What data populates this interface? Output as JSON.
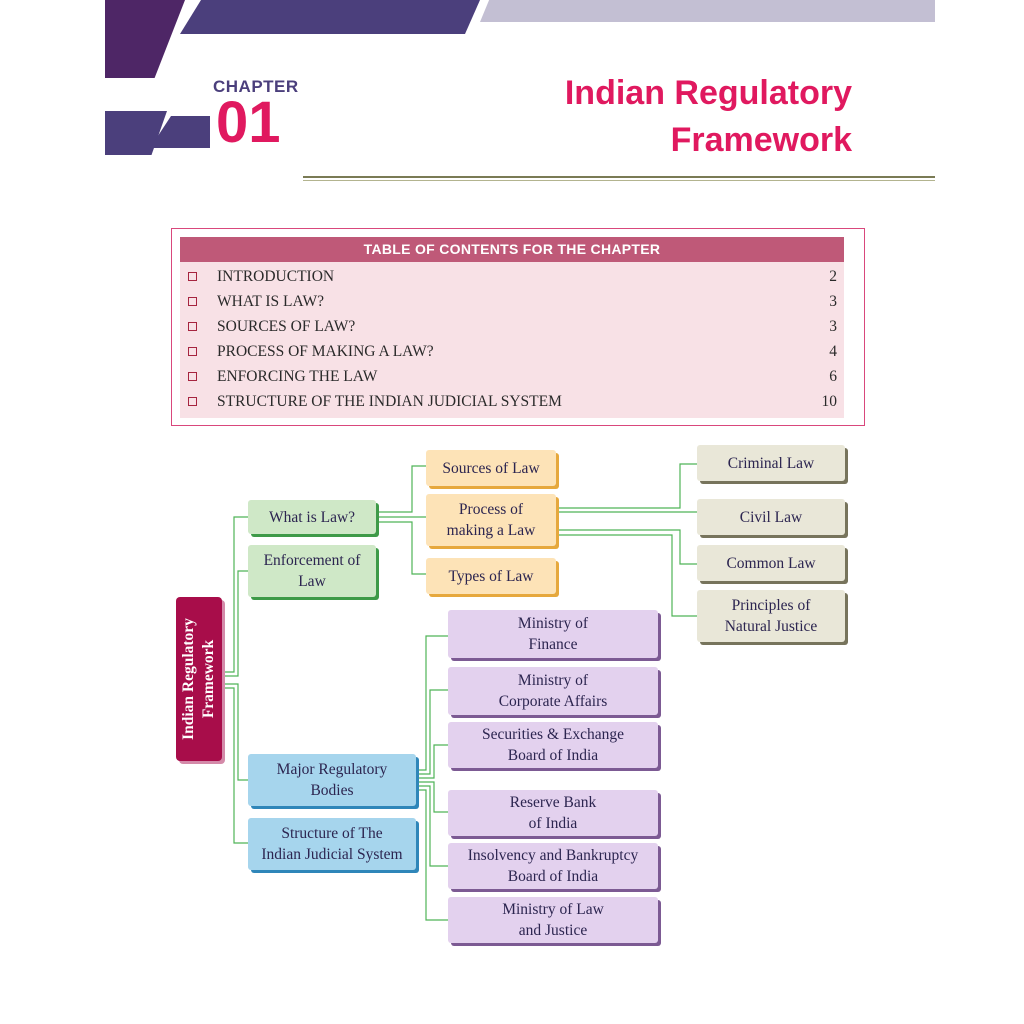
{
  "header": {
    "chapter_label": "CHAPTER",
    "chapter_number": "01",
    "title_line1": "Indian Regulatory",
    "title_line2": "Framework"
  },
  "toc": {
    "heading": "TABLE OF CONTENTS FOR THE CHAPTER",
    "items": [
      {
        "label": "INTRODUCTION",
        "page": "2"
      },
      {
        "label": "WHAT IS LAW?",
        "page": "3"
      },
      {
        "label": "SOURCES OF LAW?",
        "page": "3"
      },
      {
        "label": "PROCESS OF MAKING A LAW?",
        "page": "4"
      },
      {
        "label": "ENFORCING THE LAW",
        "page": "6"
      },
      {
        "label": "STRUCTURE OF THE INDIAN JUDICIAL SYSTEM",
        "page": "10"
      }
    ]
  },
  "mindmap": {
    "root": "Indian Regulatory\nFramework",
    "what_is_law": "What is Law?",
    "enforcement": "Enforcement of\nLaw",
    "major_bodies": "Major Regulatory\nBodies",
    "judicial_structure": "Structure of The\nIndian Judicial System",
    "sources": "Sources of Law",
    "process": "Process of\nmaking a Law",
    "types": "Types of Law",
    "criminal": "Criminal Law",
    "civil": "Civil Law",
    "common": "Common Law",
    "natural_justice": "Principles of\nNatural Justice",
    "finance": "Ministry of\nFinance",
    "corporate": "Ministry of\nCorporate Affairs",
    "sebi": "Securities & Exchange\nBoard of India",
    "rbi": "Reserve Bank\nof India",
    "ibbi": "Insolvency and Bankruptcy\nBoard of India",
    "law_justice": "Ministry of Law\nand Justice"
  },
  "colors": {
    "accent_pink": "#e0195f",
    "header_purple": "#4b3f7c",
    "toc_header": "#bf5978",
    "root_fill": "#a80d4a",
    "connector_green": "#4fb358"
  }
}
